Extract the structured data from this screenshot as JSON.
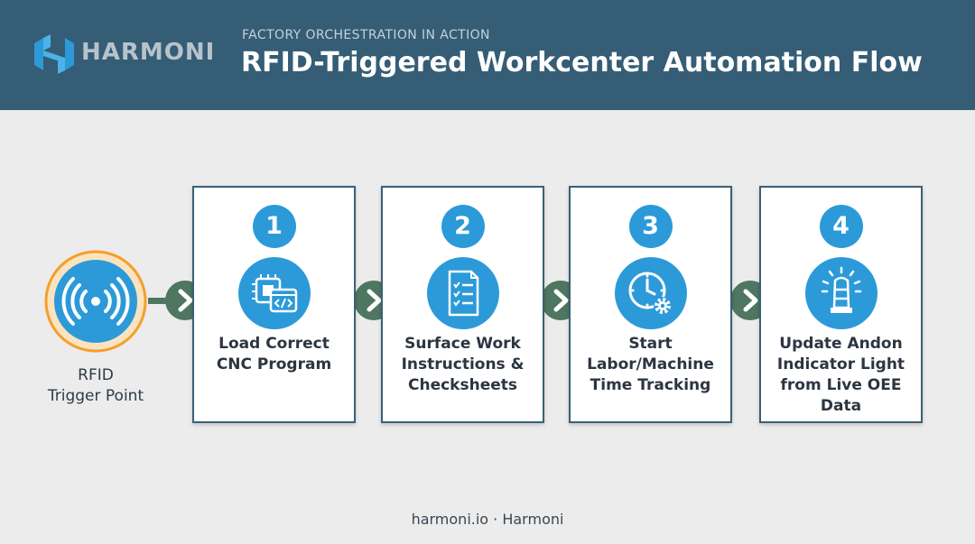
{
  "header": {
    "brand": "HARMONI",
    "eyebrow": "FACTORY ORCHESTRATION IN ACTION",
    "title": "RFID-Triggered Workcenter Automation Flow",
    "background": "#355d75"
  },
  "trigger": {
    "label_line1": "RFID",
    "label_line2": "Trigger Point",
    "icon": "rfid-signal-icon",
    "ring_color": "#f0a031"
  },
  "steps": [
    {
      "number": "1",
      "label": "Load Correct CNC Program",
      "icon": "cnc-program-icon"
    },
    {
      "number": "2",
      "label": "Surface Work Instructions & Checksheets",
      "icon": "checklist-icon"
    },
    {
      "number": "3",
      "label": "Start Labor/Machine Time Tracking",
      "icon": "clock-gear-icon"
    },
    {
      "number": "4",
      "label": "Update Andon Indicator Light from Live OEE Data",
      "icon": "andon-light-icon"
    }
  ],
  "colors": {
    "accent": "#2c9ad9",
    "connector": "#4e7660",
    "card_border": "#3b6077"
  },
  "footer": {
    "text": "harmoni.io · Harmoni"
  }
}
